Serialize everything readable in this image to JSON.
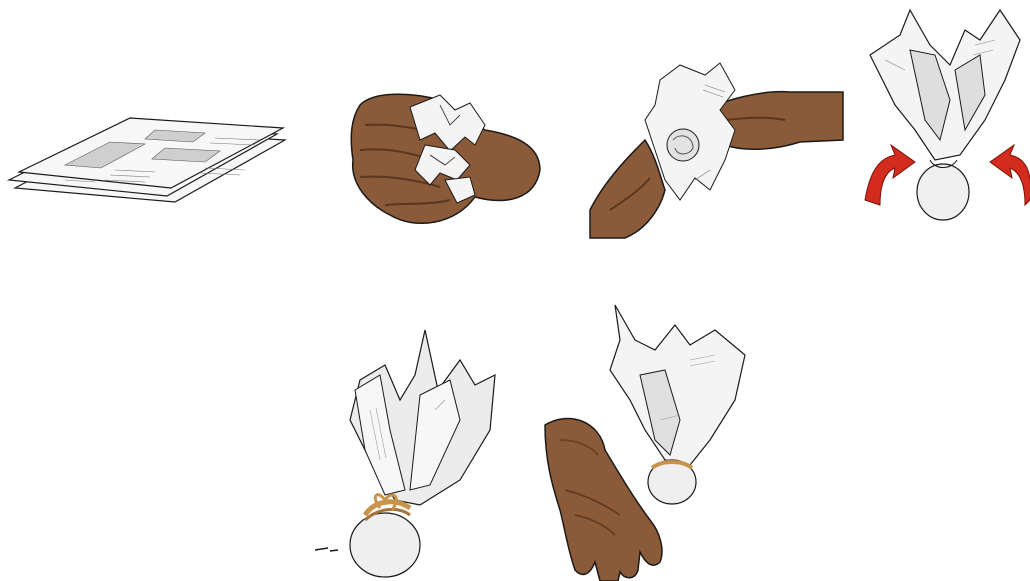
{
  "illustration": {
    "steps": [
      {
        "id": 1,
        "icon": "newspaper-sheets-icon"
      },
      {
        "id": 2,
        "icon": "crumpling-hand-icon"
      },
      {
        "id": 3,
        "icon": "wrapping-ball-icon"
      },
      {
        "id": 4,
        "icon": "gathered-paper-icon"
      },
      {
        "id": 5,
        "icon": "tied-bundle-icon"
      },
      {
        "id": 6,
        "icon": "finished-ball-with-hand-icon"
      }
    ],
    "colors": {
      "skin": "#8b5a38",
      "skin_dark": "#6b4226",
      "paper": "#f4f4f4",
      "paper_shade": "#d9d9d9",
      "outline": "#1a1a1a",
      "arrow": "#d32b1e",
      "twine": "#c8934a"
    }
  }
}
